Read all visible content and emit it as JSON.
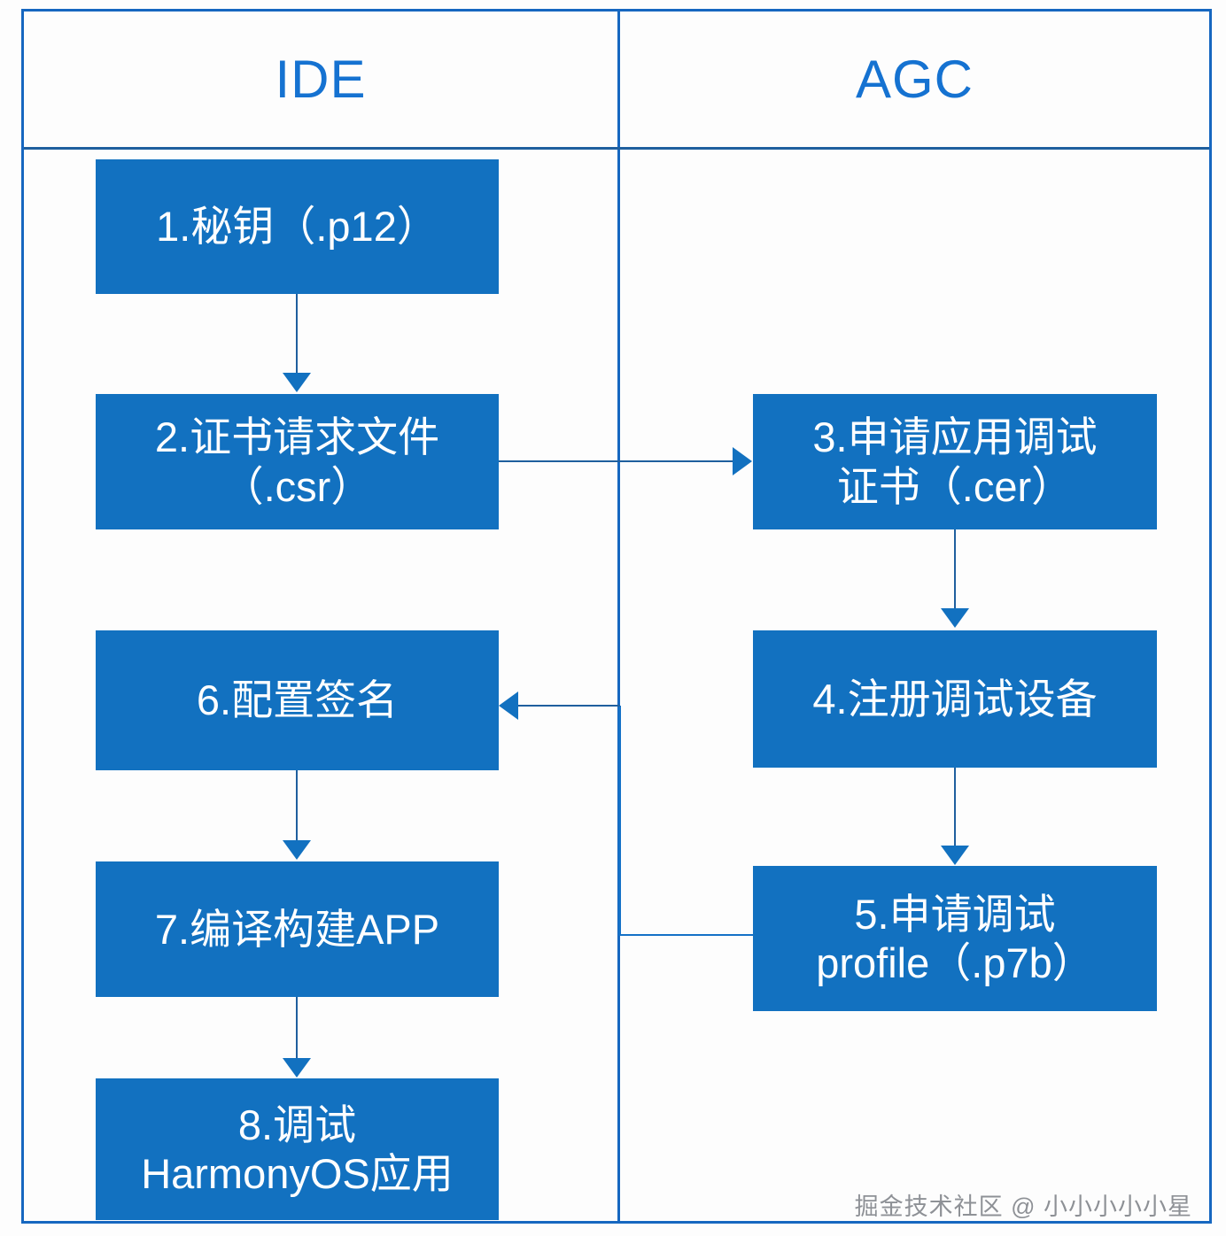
{
  "diagram": {
    "type": "swimlane-flowchart",
    "lanes": [
      {
        "id": "ide",
        "title": "IDE"
      },
      {
        "id": "agc",
        "title": "AGC"
      }
    ],
    "nodes": [
      {
        "id": "box-1",
        "lane": "ide",
        "label": "1.秘钥（.p12）"
      },
      {
        "id": "box-2",
        "lane": "ide",
        "label": "2.证书请求文件\n（.csr）"
      },
      {
        "id": "box-3",
        "lane": "agc",
        "label": "3.申请应用调试\n证书（.cer）"
      },
      {
        "id": "box-4",
        "lane": "agc",
        "label": "4.注册调试设备"
      },
      {
        "id": "box-5",
        "lane": "agc",
        "label": "5.申请调试\nprofile（.p7b）"
      },
      {
        "id": "box-6",
        "lane": "ide",
        "label": "6.配置签名"
      },
      {
        "id": "box-7",
        "lane": "ide",
        "label": "7.编译构建APP"
      },
      {
        "id": "box-8",
        "lane": "ide",
        "label": "8.调试\nHarmonyOS应用"
      }
    ],
    "edges": [
      {
        "from": "box-1",
        "to": "box-2",
        "direction": "down"
      },
      {
        "from": "box-2",
        "to": "box-3",
        "direction": "right"
      },
      {
        "from": "box-3",
        "to": "box-4",
        "direction": "down"
      },
      {
        "from": "box-4",
        "to": "box-5",
        "direction": "down"
      },
      {
        "from": "box-5",
        "to": "box-6",
        "direction": "left-up-left"
      },
      {
        "from": "box-6",
        "to": "box-7",
        "direction": "down"
      },
      {
        "from": "box-7",
        "to": "box-8",
        "direction": "down"
      }
    ],
    "colors": {
      "box_fill": "#1271c0",
      "box_text": "#ffffff",
      "lane_title": "#1572d1",
      "frame_border": "#1667c0",
      "connector": "#1f5f9e",
      "background": "#fdfdfd"
    }
  },
  "watermark": {
    "text": "掘金技术社区 @ 小小小小小星"
  }
}
